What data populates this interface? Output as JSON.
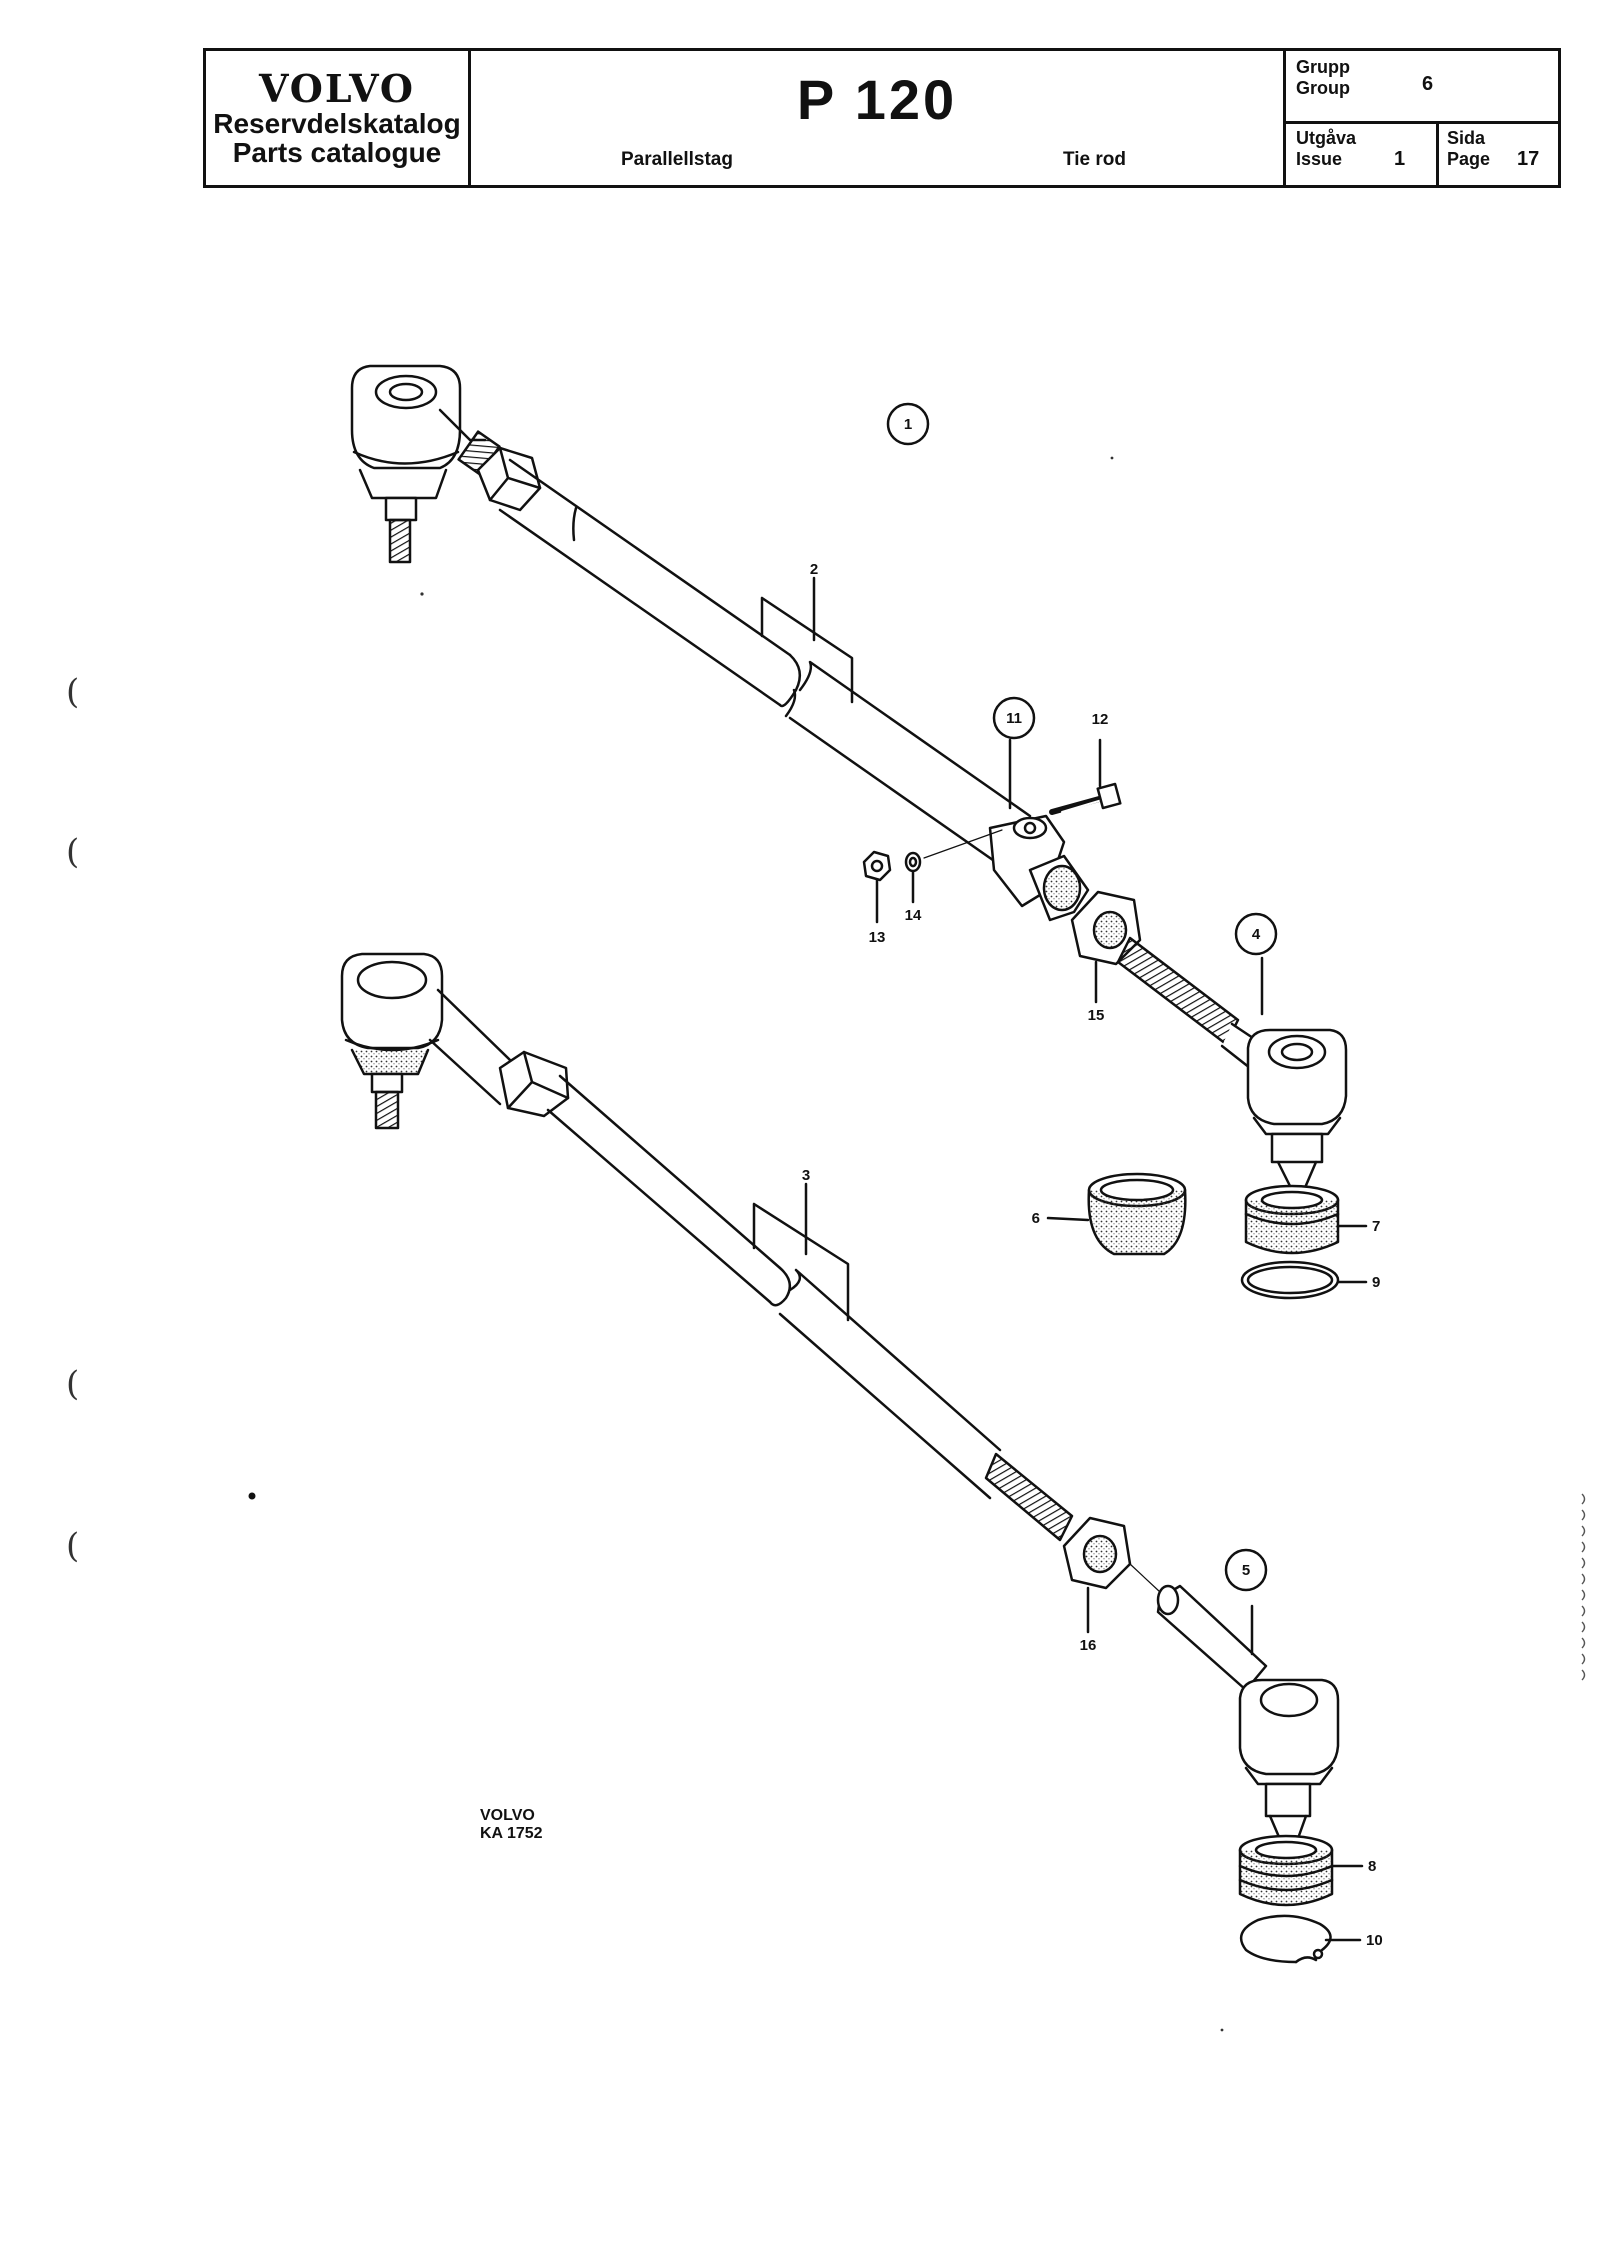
{
  "header": {
    "brand": "VOLVO",
    "catalog_sv": "Reservdelskatalog",
    "catalog_en": "Parts catalogue",
    "model": "P 120",
    "title_sv": "Parallellstag",
    "title_en": "Tie rod",
    "group_label_sv": "Grupp",
    "group_label_en": "Group",
    "group_value": "6",
    "issue_label_sv": "Utgåva",
    "issue_label_en": "Issue",
    "issue_value": "1",
    "page_label_sv": "Sida",
    "page_label_en": "Page",
    "page_value": "17"
  },
  "callouts": {
    "c1": "1",
    "c2": "2",
    "c3": "3",
    "c4": "4",
    "c5": "5",
    "c6": "6",
    "c7": "7",
    "c8": "8",
    "c9": "9",
    "c10": "10",
    "c11": "11",
    "c12": "12",
    "c13": "13",
    "c14": "14",
    "c15": "15",
    "c16": "16"
  },
  "figure_code": {
    "line1": "VOLVO",
    "line2": "KA 1752"
  }
}
